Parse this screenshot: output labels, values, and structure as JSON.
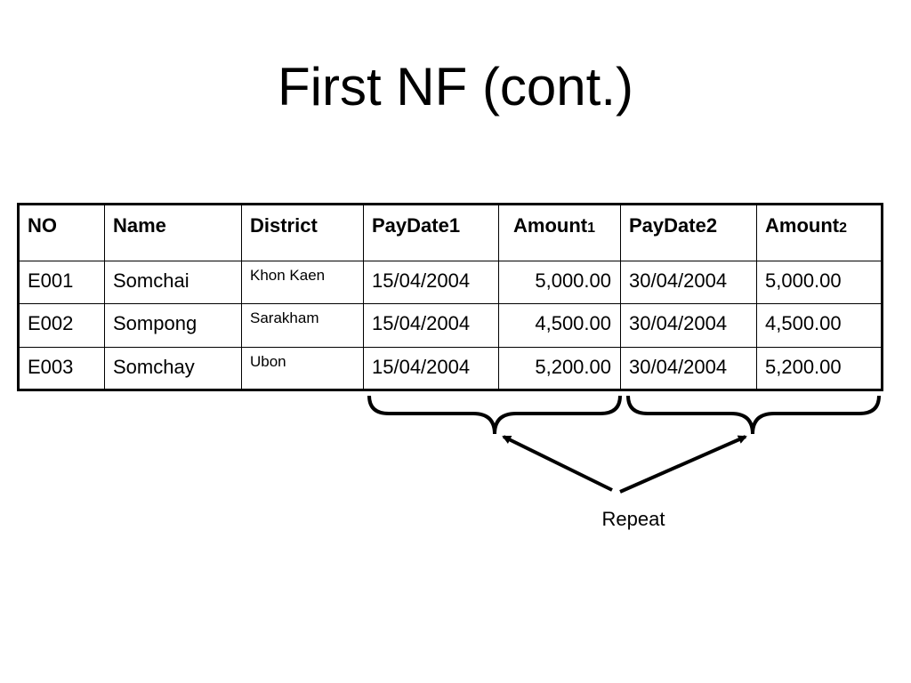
{
  "title": "First NF (cont.)",
  "table": {
    "headers": [
      {
        "text": "NO",
        "sub": ""
      },
      {
        "text": "Name",
        "sub": ""
      },
      {
        "text": "District",
        "sub": ""
      },
      {
        "text": "PayDate1",
        "sub": ""
      },
      {
        "text": "Amount",
        "sub": "1"
      },
      {
        "text": "PayDate2",
        "sub": ""
      },
      {
        "text": "Amount",
        "sub": "2"
      }
    ],
    "rows": [
      [
        "E001",
        "Somchai",
        "Khon Kaen",
        "15/04/2004",
        "5,000.00",
        "30/04/2004",
        "5,000.00"
      ],
      [
        "E002",
        "Sompong",
        "Sarakham",
        "15/04/2004",
        "4,500.00",
        "30/04/2004",
        "4,500.00"
      ],
      [
        "E003",
        "Somchay",
        "Ubon",
        "15/04/2004",
        "5,200.00",
        "30/04/2004",
        "5,200.00"
      ]
    ]
  },
  "annotation": {
    "label": "Repeat"
  }
}
